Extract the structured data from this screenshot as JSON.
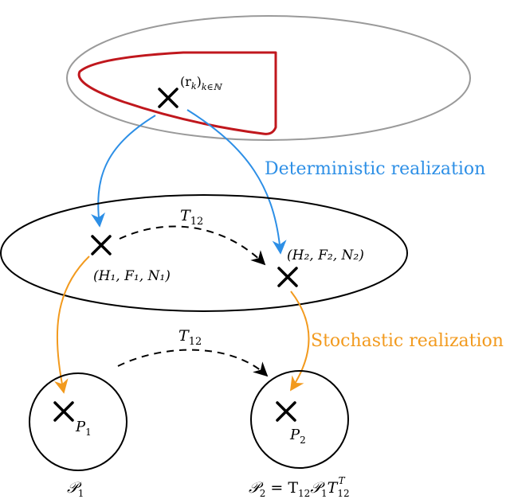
{
  "colors": {
    "outer_ellipse": "#9a9a9a",
    "red_region": "#c0171d",
    "deterministic": "#2d8fe6",
    "stochastic": "#f29a1e",
    "black": "#000000"
  },
  "labels": {
    "sequence_base": "(r",
    "sequence_sub": "k",
    "sequence_close": ")",
    "sequence_index": "k∈ℕ",
    "deterministic": "Deterministic realization",
    "stochastic": "Stochastic realization",
    "T_upper": "T",
    "T_upper_sub": "12",
    "T_lower": "T",
    "T_lower_sub": "12",
    "triple1": "(H₁, F₁, N₁)",
    "triple2": "(H₂, F₂, N₂)",
    "P1_inner": "P",
    "P1_inner_sub": "1",
    "P2_inner": "P",
    "P2_inner_sub": "2",
    "P1_caption": "𝒫",
    "P1_caption_sub": "1",
    "P2_caption_lhs": "𝒫",
    "P2_caption_lhs_sub": "2",
    "P2_caption_eq": " = T",
    "P2_caption_T_sub": "12",
    "P2_caption_mid": "𝒫",
    "P2_caption_mid_sub": "1",
    "P2_caption_T2": "T",
    "P2_caption_T2_sub": "12",
    "P2_caption_T2_sup": "T"
  }
}
